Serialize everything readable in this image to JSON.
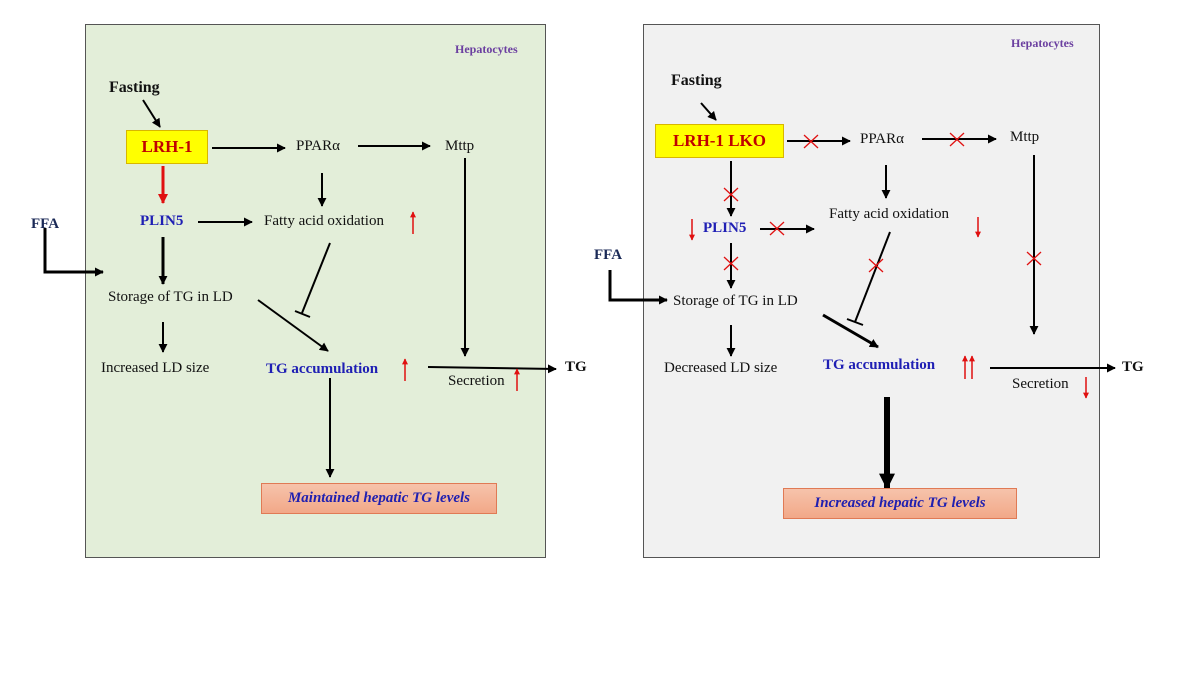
{
  "left_panel": {
    "title": "Hepatocytes",
    "fasting": "Fasting",
    "lrh1": "LRH-1",
    "ppara": "PPARα",
    "mttp": "Mttp",
    "plin5": "PLIN5",
    "fao": "Fatty acid oxidation",
    "ffa": "FFA",
    "storage": "Storage of TG in LD",
    "ld_size": "Increased LD size",
    "tg_accum": "TG accumulation",
    "secretion": "Secretion",
    "tg": "TG",
    "outcome": "Maintained hepatic TG levels"
  },
  "right_panel": {
    "title": "Hepatocytes",
    "fasting": "Fasting",
    "lrh1": "LRH-1 LKO",
    "ppara": "PPARα",
    "mttp": "Mttp",
    "plin5": "PLIN5",
    "fao": "Fatty acid oxidation",
    "ffa": "FFA",
    "storage": "Storage of TG in LD",
    "ld_size": "Decreased LD size",
    "tg_accum": "TG accumulation",
    "secretion": "Secretion",
    "tg": "TG",
    "outcome": "Increased hepatic TG levels"
  },
  "colors": {
    "arrow": "#000000",
    "highlight_arrow": "#e01010",
    "indicator": "#e01010",
    "blocked": "#e01010"
  }
}
